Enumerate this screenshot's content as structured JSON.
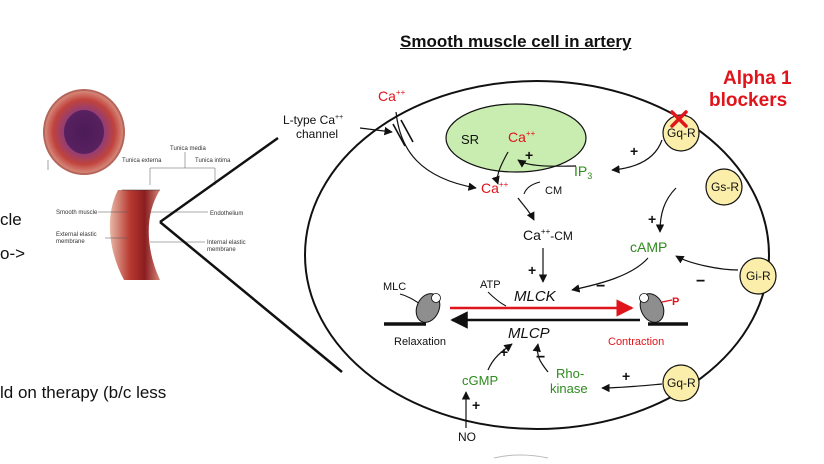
{
  "slide": {
    "left_line1": "cle",
    "left_line2": "o->",
    "bottom_text": "ld on therapy (b/c less"
  },
  "colors": {
    "red": "#e0141b",
    "green": "#2e8b1e",
    "receptor_fill": "#fbeeaa",
    "sr_fill": "#c9ecb0",
    "black": "#111111"
  },
  "diagram": {
    "title": "Smooth muscle cell in artery",
    "alpha_line1": "Alpha 1",
    "alpha_line2": "blockers",
    "ca_outside": "Ca",
    "ca_outside_sup": "++",
    "l_type_line1": "L-type Ca",
    "l_type_sup": "++",
    "l_type_line2": "channel",
    "sr_label": "SR",
    "sr_ca": "Ca",
    "sr_ca_sup": "++",
    "plus": "+",
    "minus": "−",
    "ip3": "IP",
    "ip3_sub": "3",
    "ca_cyto": "Ca",
    "ca_cyto_sup": "++",
    "cm": "CM",
    "ca_cm": "Ca",
    "ca_cm_sup": "++",
    "ca_cm_suffix": "-CM",
    "camp": "cAMP",
    "receptor_gq_top": "Gq-R",
    "receptor_gs": "Gs-R",
    "receptor_gi": "Gi-R",
    "receptor_gq_bottom": "Gq-R",
    "mlc": "MLC",
    "atp": "ATP",
    "mlck": "MLCK",
    "mlcp": "MLCP",
    "phos": "P",
    "relaxation": "Relaxation",
    "contraction": "Contraction",
    "cgmp": "cGMP",
    "rho_line1": "Rho-",
    "rho_line2": "kinase",
    "no": "NO",
    "vessel_labels": {
      "tunica_media": "Tunica media",
      "tunica_externa": "Tunica externa",
      "tunica_intima": "Tunica intima",
      "smooth_muscle": "Smooth muscle",
      "endothelium": "Endothelium",
      "external_elastic_1": "External elastic",
      "external_elastic_2": "membrane",
      "internal_elastic_1": "Internal elastic",
      "internal_elastic_2": "membrane"
    }
  }
}
